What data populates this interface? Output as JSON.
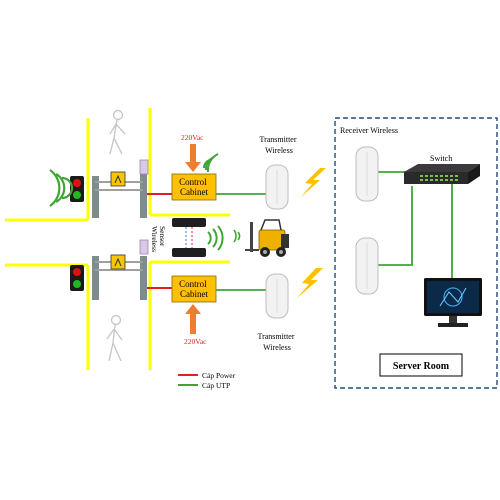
{
  "colors": {
    "power_line": "#e02020",
    "utp_line": "#3fa535",
    "yellow_line": "#ffff00",
    "cabinet_fill": "#ffc000",
    "arrow_orange": "#ed7d31",
    "server_room_border": "#1f4e79"
  },
  "labels": {
    "voltage_top": "220Vac",
    "voltage_bottom": "220Vac",
    "cabinet_top": "Control Cabinet",
    "cabinet_bottom": "Control Cabinet",
    "transmitter_top": "Transmitter Wireless",
    "transmitter_bottom": "Transmitter Wireless",
    "sensor": "Sensor Wireless",
    "receiver": "Receiver Wireless",
    "switch": "Switch",
    "server_room": "Server Room"
  },
  "legend": [
    {
      "label": "Cáp Power",
      "color": "#e02020"
    },
    {
      "label": "Cáp UTP",
      "color": "#3fa535"
    }
  ],
  "icons": {
    "traffic_light": "traffic-light-icon",
    "gate": "swing-gate-icon",
    "pedestrian": "pedestrian-icon",
    "forklift": "forklift-icon",
    "access_point": "wireless-access-point-icon",
    "network_switch": "network-switch-icon",
    "monitor": "monitor-icon",
    "lightning": "lightning-icon"
  }
}
